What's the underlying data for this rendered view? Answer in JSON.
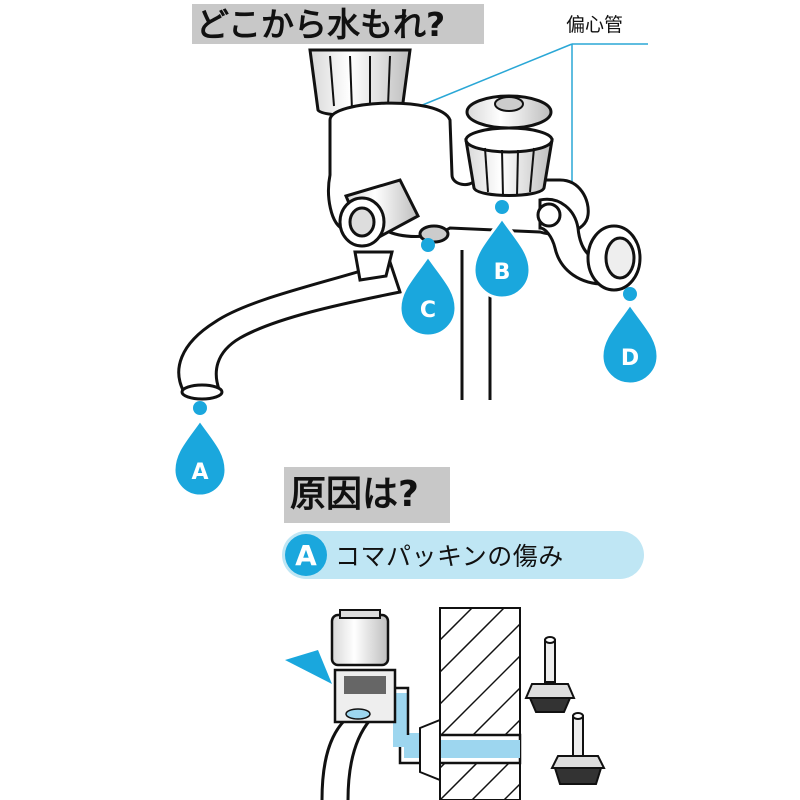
{
  "title": "どこから水もれ?",
  "label_eccentric": "偏心管",
  "section_cause": "原因は?",
  "cause": {
    "letter": "A",
    "text": "コマパッキンの傷み"
  },
  "drops": [
    {
      "letter": "A"
    },
    {
      "letter": "B"
    },
    {
      "letter": "C"
    },
    {
      "letter": "D"
    }
  ],
  "colors": {
    "water": "#1aa7dd",
    "pill": "#bfe6f4",
    "title_bg": "#c8c8c8",
    "pipe_water": "#9dd6ef"
  }
}
